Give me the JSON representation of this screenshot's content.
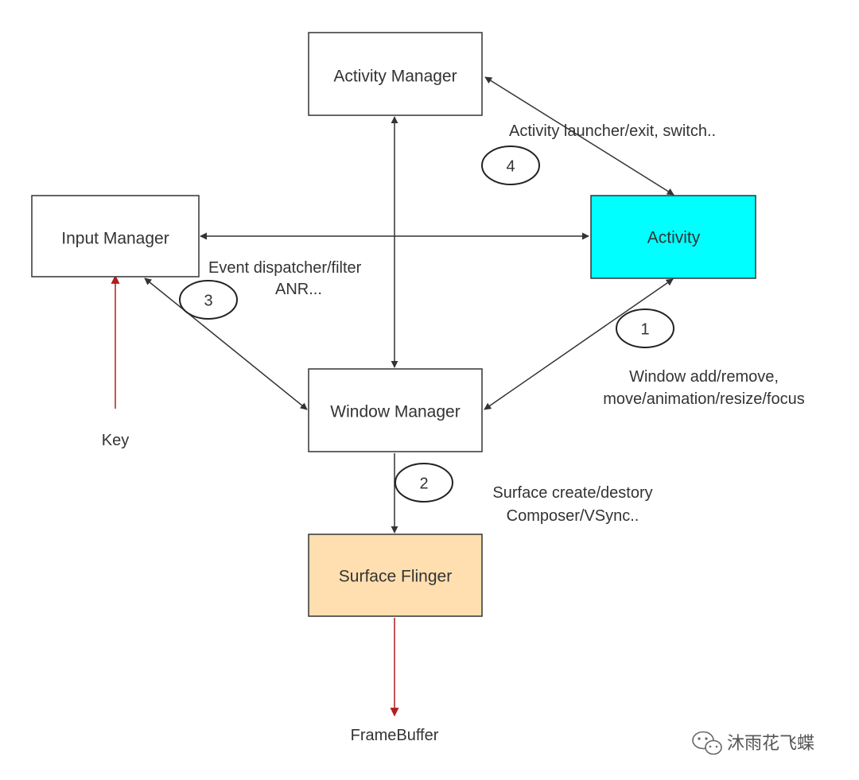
{
  "nodes": {
    "activity_manager": "Activity Manager",
    "input_manager": "Input Manager",
    "activity": "Activity",
    "window_manager": "Window Manager",
    "surface_flinger": "Surface Flinger"
  },
  "terminals": {
    "key": "Key",
    "framebuffer": "FrameBuffer"
  },
  "annotations": {
    "am_activity": "Activity launcher/exit, switch..",
    "event_line1": "Event dispatcher/filter",
    "event_line2": "ANR...",
    "window_line1": "Window add/remove,",
    "window_line2": "move/animation/resize/focus",
    "surface_line1": "Surface create/destory",
    "surface_line2": "Composer/VSync.."
  },
  "steps": {
    "s1": "1",
    "s2": "2",
    "s3": "3",
    "s4": "4"
  },
  "watermark": {
    "text": "沐雨花飞蝶",
    "icon": "wechat-icon"
  },
  "colors": {
    "activity_fill": "#00ffff",
    "surface_flinger_fill": "#ffdfb0",
    "arrow_dark": "#333333",
    "arrow_red": "#b01d1d"
  }
}
